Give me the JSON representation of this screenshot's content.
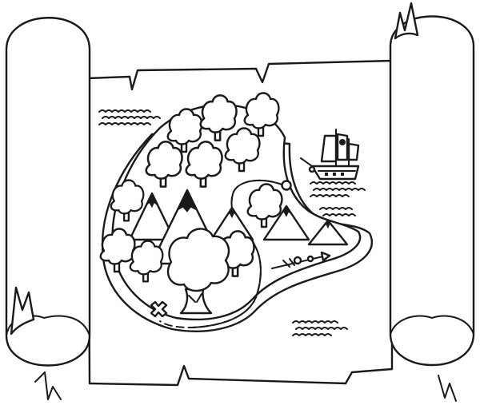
{
  "scene": {
    "subject": "treasure-map-coloring-page",
    "ink_color": "#1a1a1a",
    "paper_color": "#ffffff",
    "parts": [
      "scroll",
      "island",
      "trees",
      "mountains",
      "dashed-path",
      "treasure-x",
      "pirate-ship",
      "waves",
      "compass-arrow"
    ]
  }
}
